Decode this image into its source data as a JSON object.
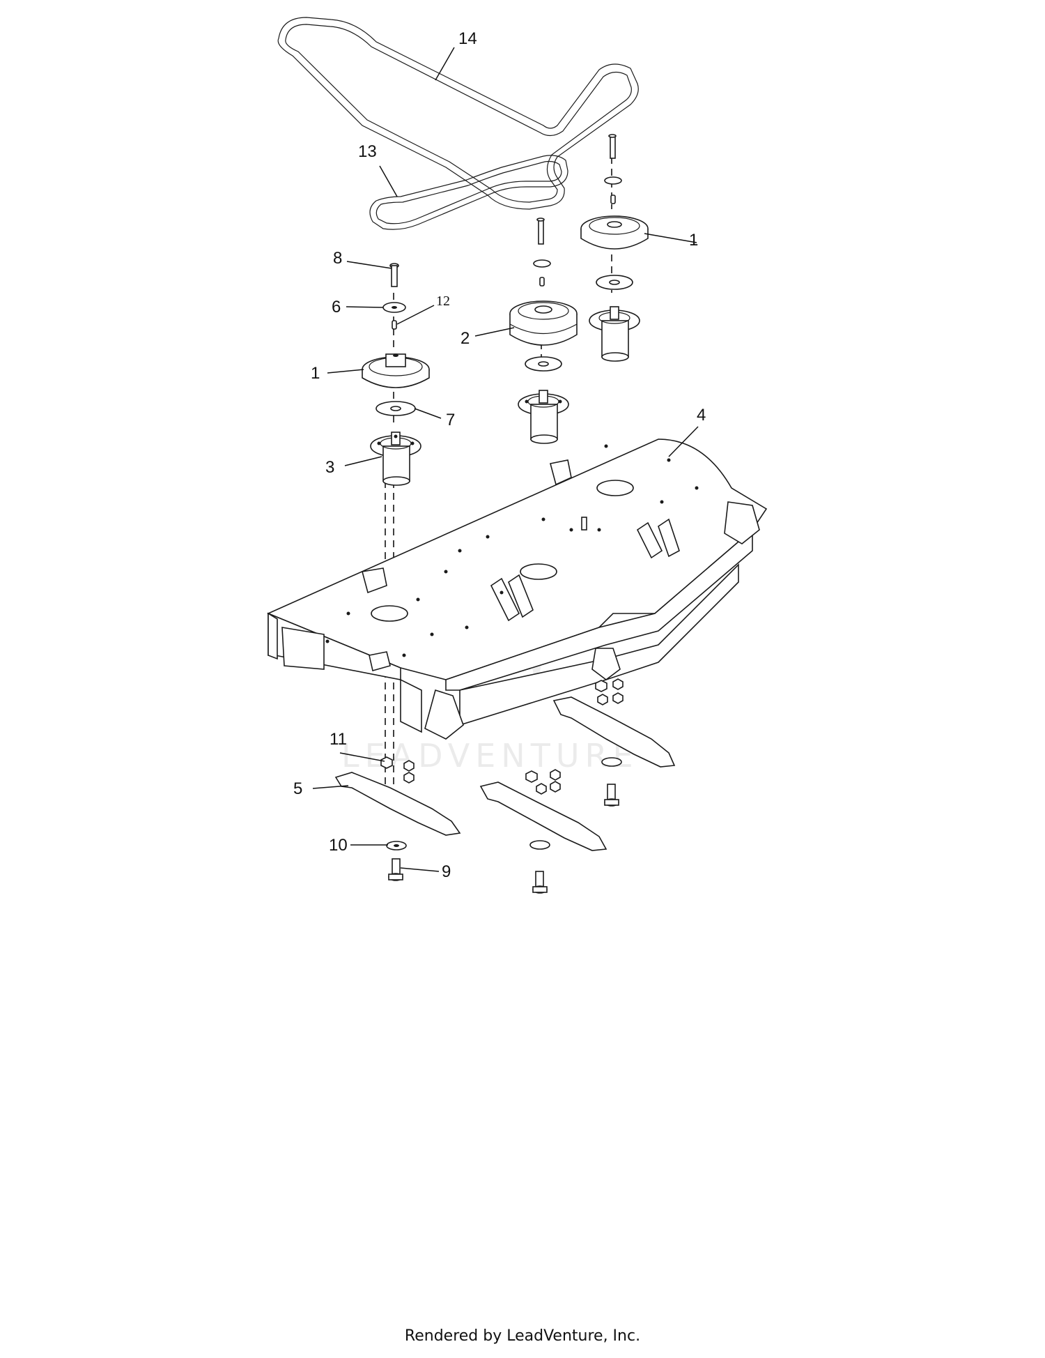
{
  "callouts": {
    "c1a": "1",
    "c1b": "1",
    "c2": "2",
    "c3": "3",
    "c4": "4",
    "c5": "5",
    "c6": "6",
    "c7": "7",
    "c8": "8",
    "c9": "9",
    "c10": "10",
    "c11": "11",
    "c12": "12",
    "c13": "13",
    "c14": "14"
  },
  "watermark": "LEADVENTURE",
  "footer": "Rendered by LeadVenture, Inc."
}
